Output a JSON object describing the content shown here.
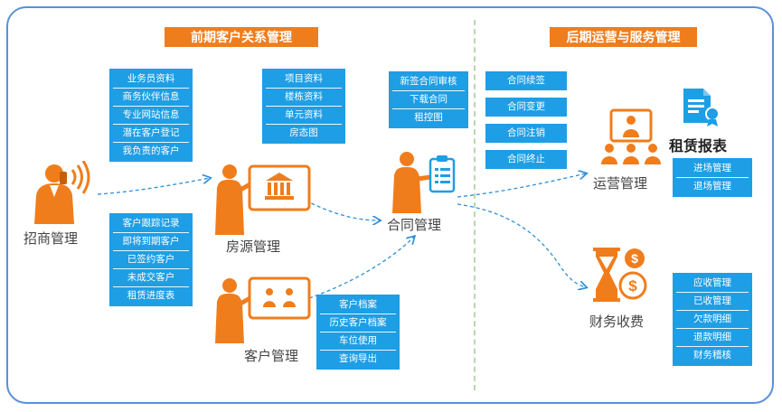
{
  "sections": {
    "left_title": "前期客户关系管理",
    "right_title": "后期运营与服务管理"
  },
  "nodes": {
    "zhaoshang": "招商管理",
    "fangyuan": "房源管理",
    "kehu": "客户管理",
    "hetong": "合同管理",
    "yunying": "运营管理",
    "caiwu": "财务收费",
    "baobiao": "租赁报表"
  },
  "lists": {
    "sales": [
      "业务员资料",
      "商务伙伴信息",
      "专业网站信息",
      "潜在客户登记",
      "我负责的客户"
    ],
    "followup": [
      "客户跟踪记录",
      "即将到期客户",
      "已签约客户",
      "未成交客户",
      "租赁进度表"
    ],
    "property": [
      "项目资料",
      "楼栋资料",
      "单元资料",
      "房态图"
    ],
    "customer": [
      "客户档案",
      "历史客户档案",
      "车位使用",
      "查询导出"
    ],
    "contract": [
      "新签合同审核",
      "下载合同",
      "租控图"
    ],
    "contract_ops": [
      "合同续签",
      "合同变更",
      "合同注销",
      "合同终止"
    ],
    "report": [
      "进场管理",
      "退场管理"
    ],
    "finance": [
      "应收管理",
      "已收管理",
      "欠款明细",
      "退款明细",
      "财务稽核"
    ]
  },
  "colors": {
    "accent_orange": "#f07d1c",
    "item_blue": "#1e9ee5",
    "frame_blue": "#5b8fd6",
    "arrow_blue": "#2f8fd8"
  }
}
